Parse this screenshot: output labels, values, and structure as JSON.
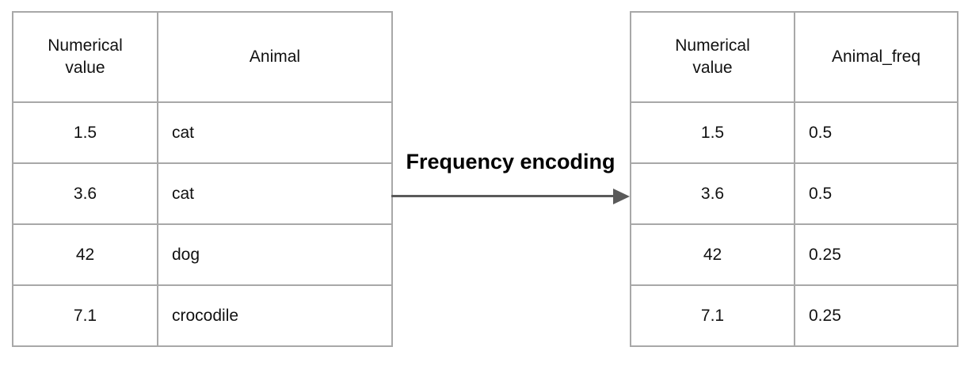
{
  "left_table": {
    "headers": [
      "Numerical value",
      "Animal"
    ],
    "rows": [
      [
        "1.5",
        "cat"
      ],
      [
        "3.6",
        "cat"
      ],
      [
        "42",
        "dog"
      ],
      [
        "7.1",
        "crocodile"
      ]
    ]
  },
  "arrow": {
    "label": "Frequency encoding"
  },
  "right_table": {
    "headers": [
      "Numerical value",
      "Animal_freq"
    ],
    "rows": [
      [
        "1.5",
        "0.5"
      ],
      [
        "3.6",
        "0.5"
      ],
      [
        "42",
        "0.25"
      ],
      [
        "7.1",
        "0.25"
      ]
    ]
  },
  "colors": {
    "table_border": "#a8a8a8",
    "arrow": "#5a5a5a",
    "text": "#111111"
  }
}
